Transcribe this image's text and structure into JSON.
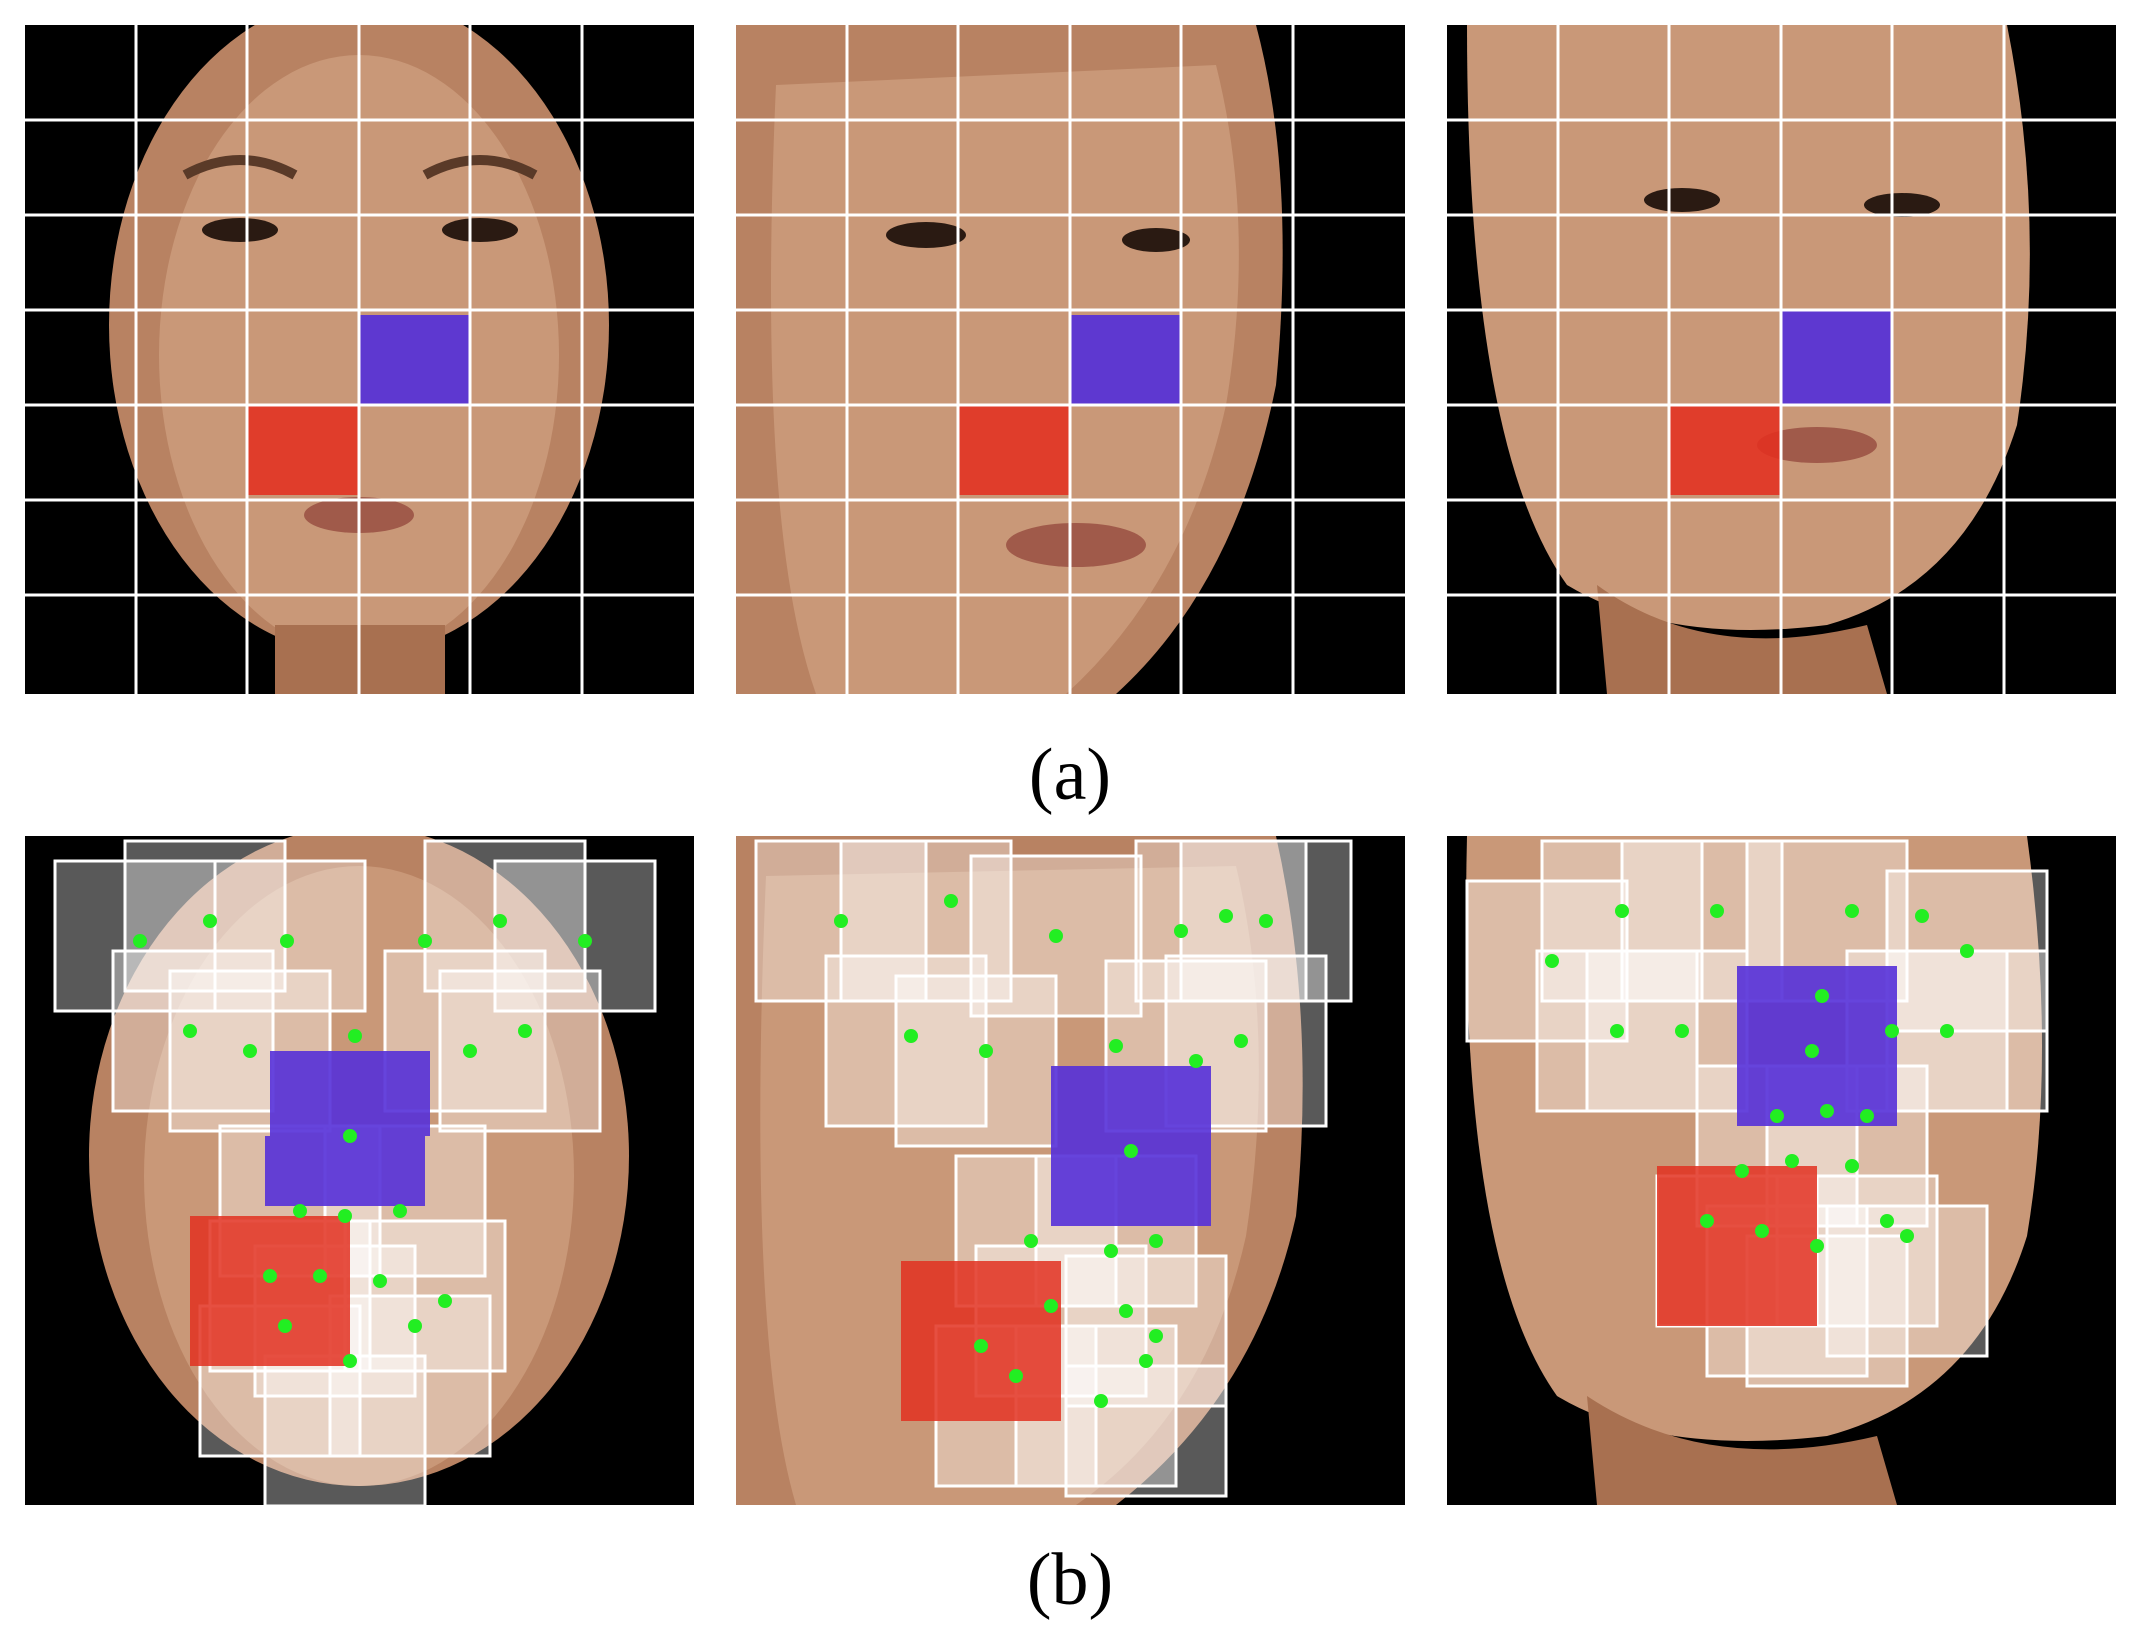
{
  "figure": {
    "caption_a": "(a)",
    "caption_b": "(b)"
  },
  "colors": {
    "background": "#000000",
    "skin": "#c08a68",
    "skin_dark": "#8a5a3e",
    "blue_region": "#5530d8",
    "red_region": "#e23020",
    "grid_line": "#ffffff",
    "landmark": "#22ee22"
  },
  "panels": [
    {
      "id": "a1",
      "row": "a",
      "pose": "frontal"
    },
    {
      "id": "a2",
      "row": "a",
      "pose": "turned-right"
    },
    {
      "id": "a3",
      "row": "a",
      "pose": "tilted-up"
    },
    {
      "id": "b1",
      "row": "b",
      "pose": "frontal"
    },
    {
      "id": "b2",
      "row": "b",
      "pose": "turned-right"
    },
    {
      "id": "b3",
      "row": "b",
      "pose": "tilted-up"
    }
  ]
}
